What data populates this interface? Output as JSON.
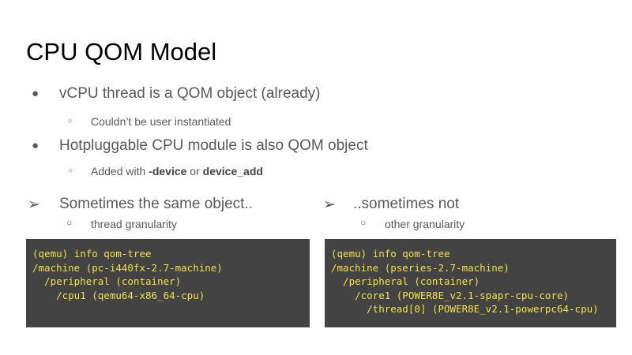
{
  "title": "CPU QOM Model",
  "bullets": [
    {
      "text": "vCPU thread is a QOM object (already)",
      "sub": "Couldn’t be user instantiated"
    },
    {
      "text": "Hotpluggable CPU module is also QOM object",
      "sub_prefix": "Added with ",
      "sub_bold1": "-device",
      "sub_mid": " or ",
      "sub_bold2": "device_add"
    }
  ],
  "left": {
    "heading": "Sometimes the same object..",
    "sub": "thread granularity",
    "code": [
      "(qemu) info qom-tree",
      "/machine (pc-i440fx-2.7-machine)",
      "  /peripheral (container)",
      "    /cpu1 (qemu64-x86_64-cpu)"
    ]
  },
  "right": {
    "heading": "..sometimes not",
    "sub": "other granularity",
    "code": [
      "(qemu) info qom-tree",
      "/machine (pseries-2.7-machine)",
      "  /peripheral (container)",
      "    /core1 (POWER8E_v2.1-spapr-cpu-core)",
      "      /thread[0] (POWER8E_v2.1-powerpc64-cpu)"
    ]
  },
  "glyphs": {
    "bullet": "●",
    "sub_bullet": "○",
    "arrow": "➢"
  },
  "colors": {
    "code_bg": "#434343",
    "code_fg": "#f0e04a"
  }
}
